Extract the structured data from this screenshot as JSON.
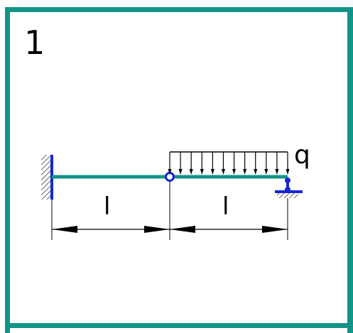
{
  "problem": {
    "number": "1"
  },
  "labels": {
    "load": "q",
    "span_left": "l",
    "span_right": "l"
  },
  "colors": {
    "frame": "#129488",
    "beam": "#129488",
    "supports": "#1726d6",
    "ink": "#000000",
    "background": "#ffffff"
  },
  "load": {
    "arrow_count": 12
  }
}
